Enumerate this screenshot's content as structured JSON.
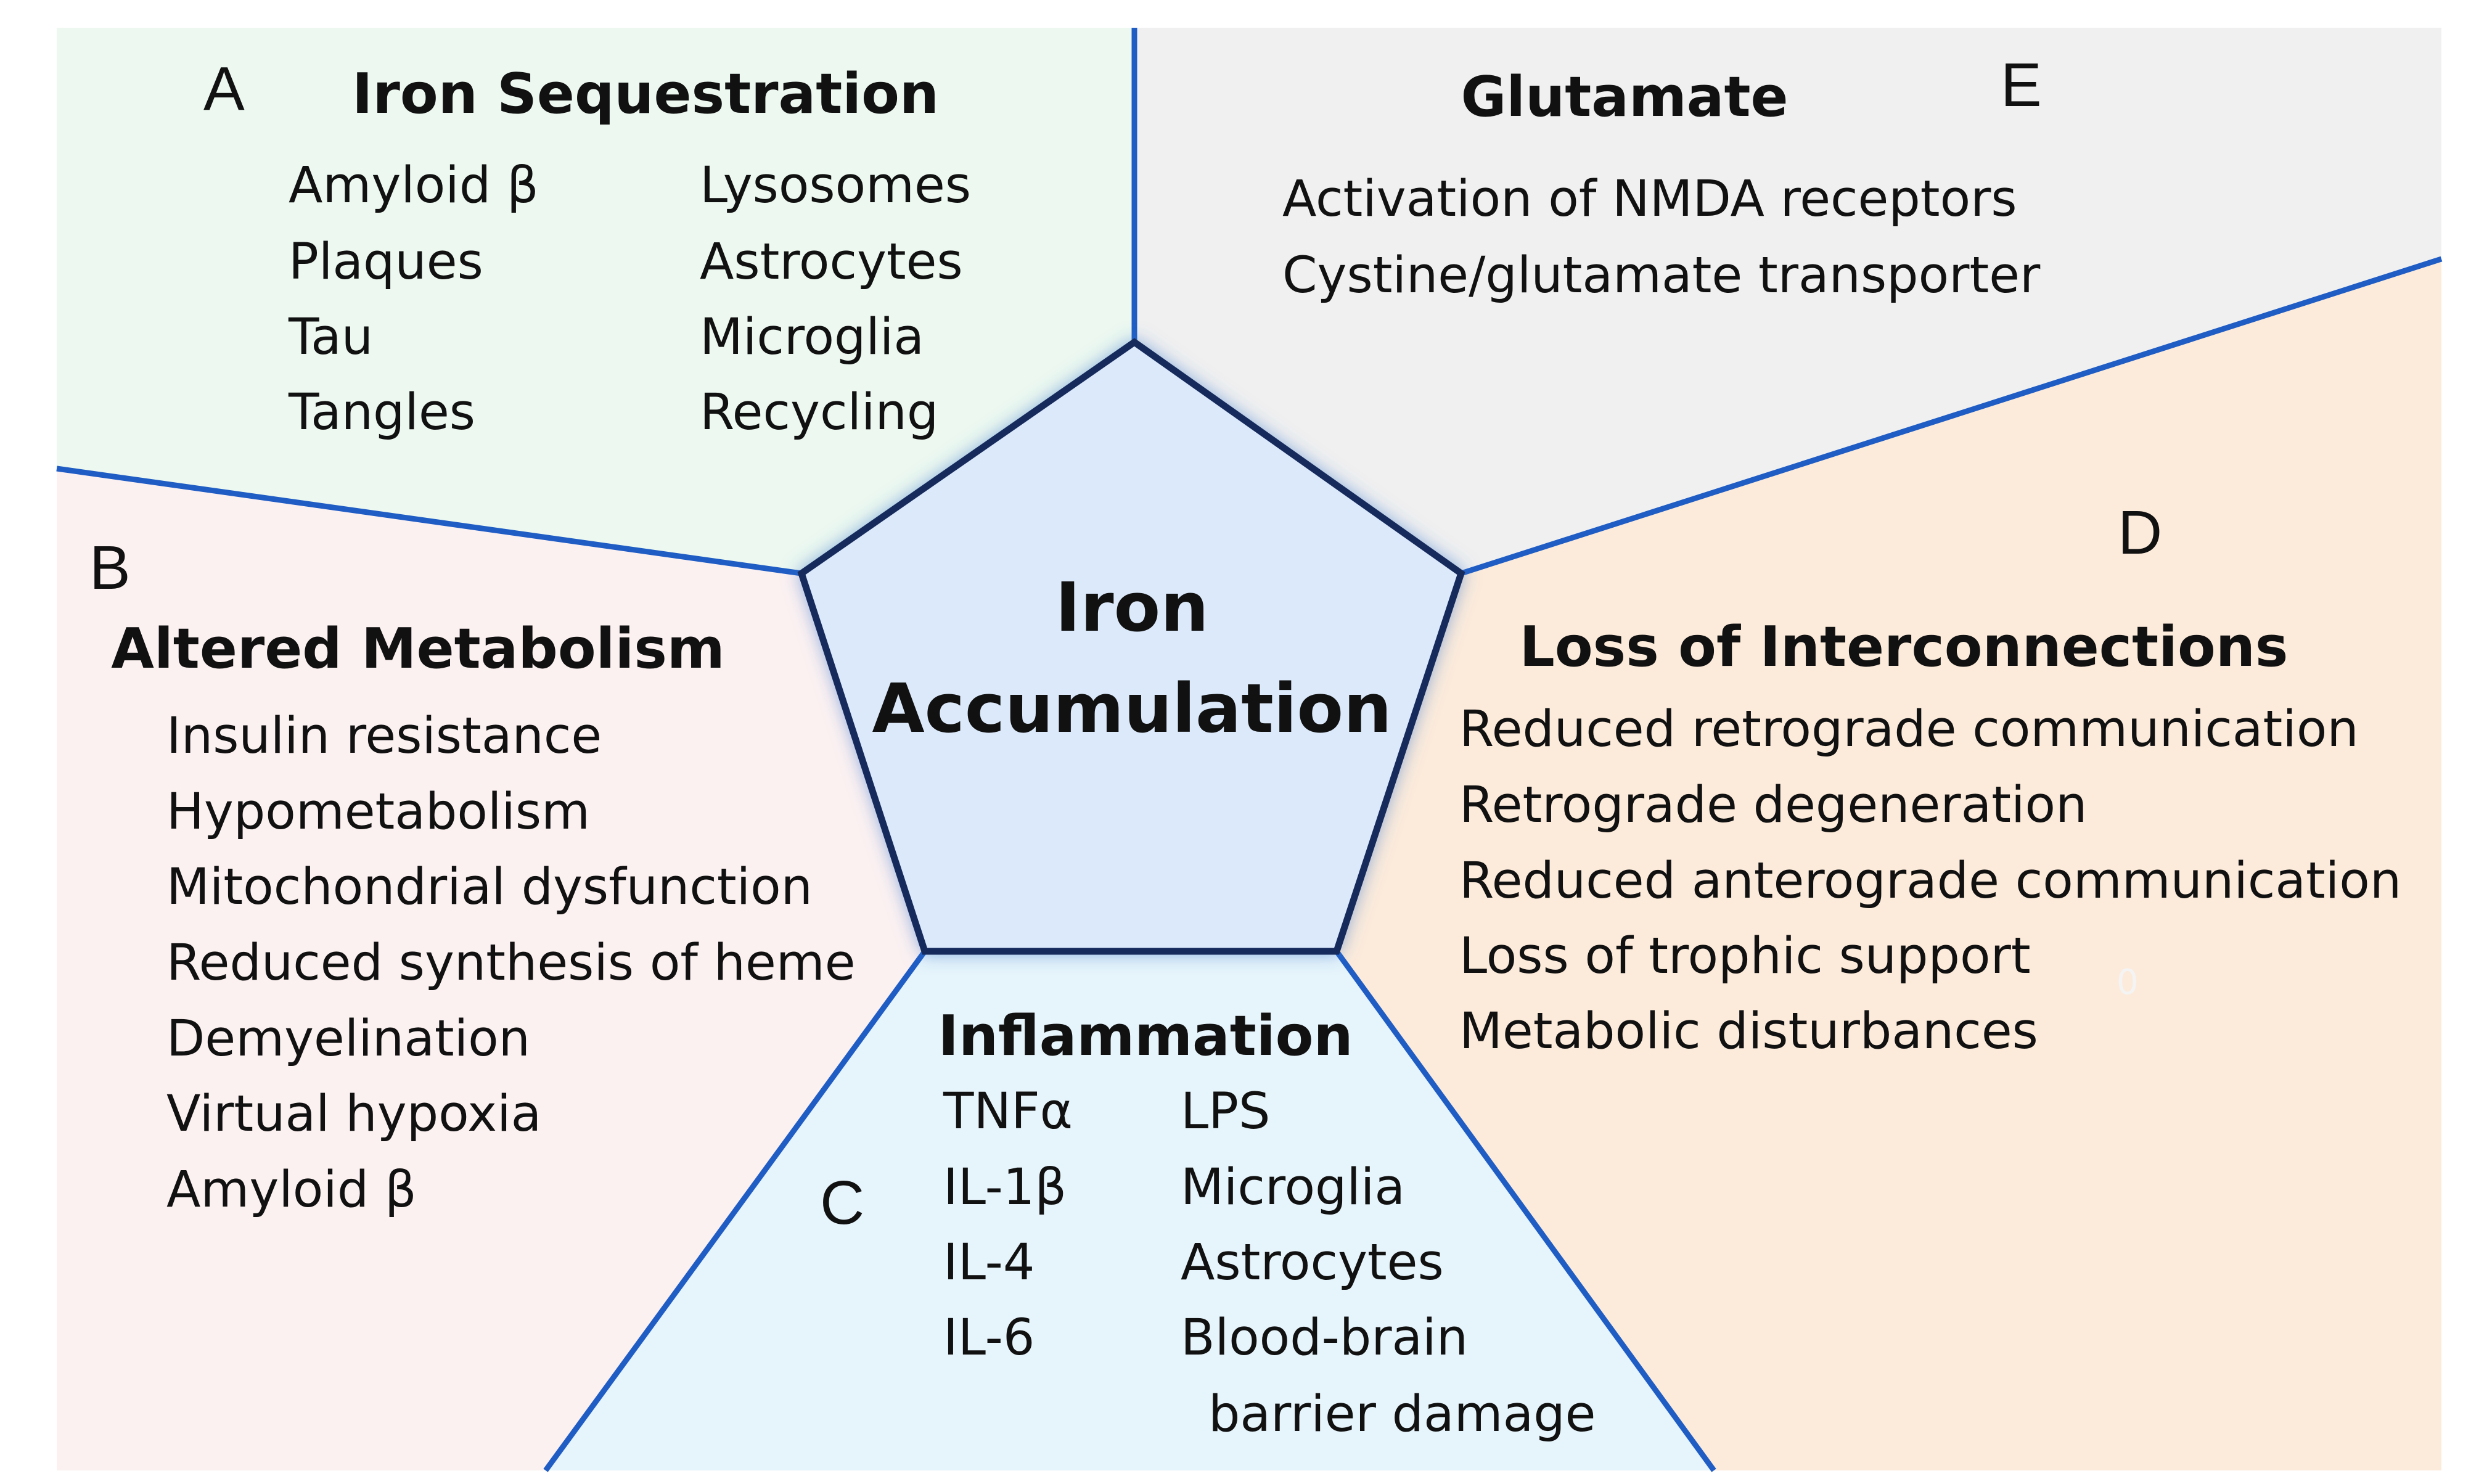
{
  "center": {
    "line1": "Iron",
    "line2": "Accumulation"
  },
  "sections": {
    "a": {
      "letter": "A",
      "title": "Iron Sequestration",
      "col1": [
        "Amyloid β",
        "Plaques",
        "Tau",
        "Tangles"
      ],
      "col2": [
        "Lysosomes",
        "Astrocytes",
        "Microglia",
        "Recycling"
      ]
    },
    "b": {
      "letter": "B",
      "title": "Altered Metabolism",
      "items": [
        "Insulin resistance",
        "Hypometabolism",
        "Mitochondrial dysfunction",
        "Reduced synthesis of heme",
        "Demyelination",
        "Virtual hypoxia",
        "Amyloid β"
      ]
    },
    "c": {
      "letter": "C",
      "title": "Inflammation",
      "col1": [
        "TNFα",
        "IL-1β",
        "IL-4",
        "IL-6"
      ],
      "col2": [
        "LPS",
        "Microglia",
        "Astrocytes",
        "Blood-brain",
        "barrier damage"
      ]
    },
    "d": {
      "letter": "D",
      "title": "Loss of Interconnections",
      "items": [
        "Reduced retrograde communication",
        "Retrograde degeneration",
        "Reduced anterograde communication",
        "Loss of trophic support",
        "Metabolic disturbances"
      ],
      "stray_mark": "0"
    },
    "e": {
      "letter": "E",
      "title": "Glutamate",
      "items": [
        "Activation of NMDA receptors",
        "Cystine/glutamate transporter"
      ]
    }
  },
  "colors": {
    "region_a": "#ecf8f0",
    "region_b": "#fcf1f1",
    "region_c": "#e6f4fb",
    "region_d": "#fcebdb",
    "region_e": "#f0f0f0",
    "divider_line": "#1f5cc4",
    "pentagon_fill": "#dbe9fa",
    "pentagon_stroke": "#17295c",
    "text": "#111111"
  }
}
